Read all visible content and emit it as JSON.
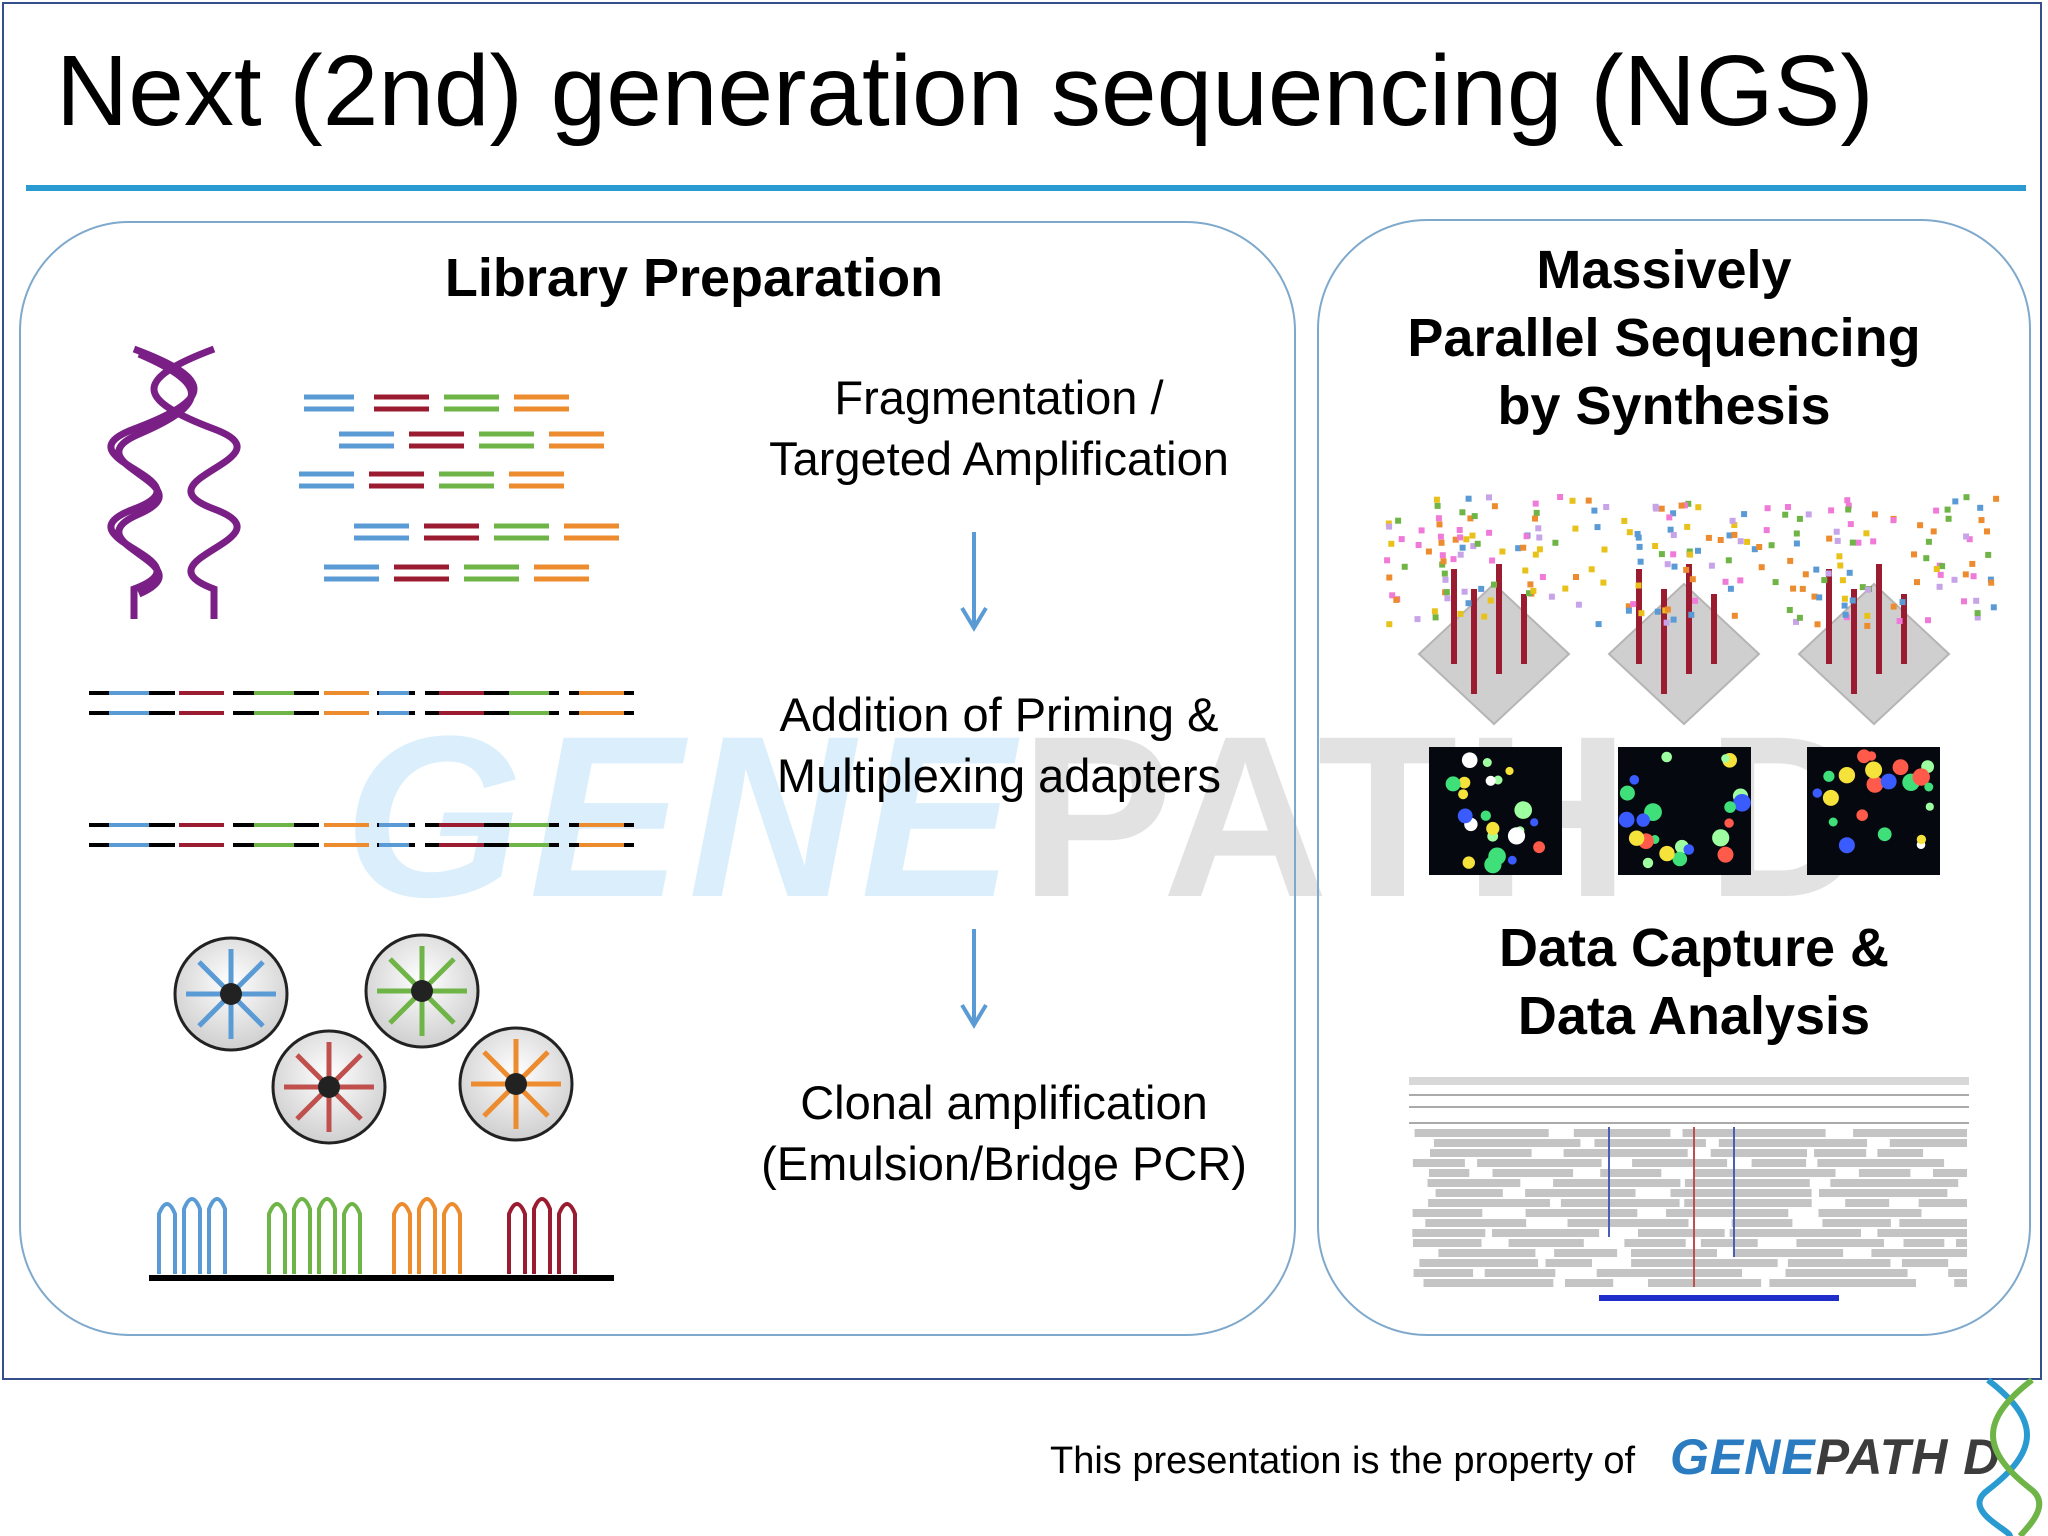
{
  "slide": {
    "title": "Next (2nd) generation sequencing (NGS)"
  },
  "library_panel": {
    "heading": "Library Preparation",
    "steps": [
      "Fragmentation /\nTargeted Amplification",
      "Addition of Priming &\nMultiplexing adapters",
      "Clonal amplification\n(Emulsion/Bridge PCR)"
    ]
  },
  "sequencing_panel": {
    "heading": "Massively\nParallel Sequencing\nby Synthesis",
    "analysis_heading": "Data Capture &\nData Analysis"
  },
  "watermark": {
    "part1": "GENE",
    "part2": "PATH D"
  },
  "footer": {
    "text": "This presentation is the property of",
    "logo_part1": "GENE",
    "logo_part2": "PATH D"
  },
  "colors": {
    "blue": "#5b9bd5",
    "red": "#9b1c31",
    "green": "#6fb446",
    "orange": "#ed8b2f",
    "accent_rule": "#2a9bd0",
    "purple_helix": "#7a1f86",
    "panel_border": "#7fa9cc"
  }
}
